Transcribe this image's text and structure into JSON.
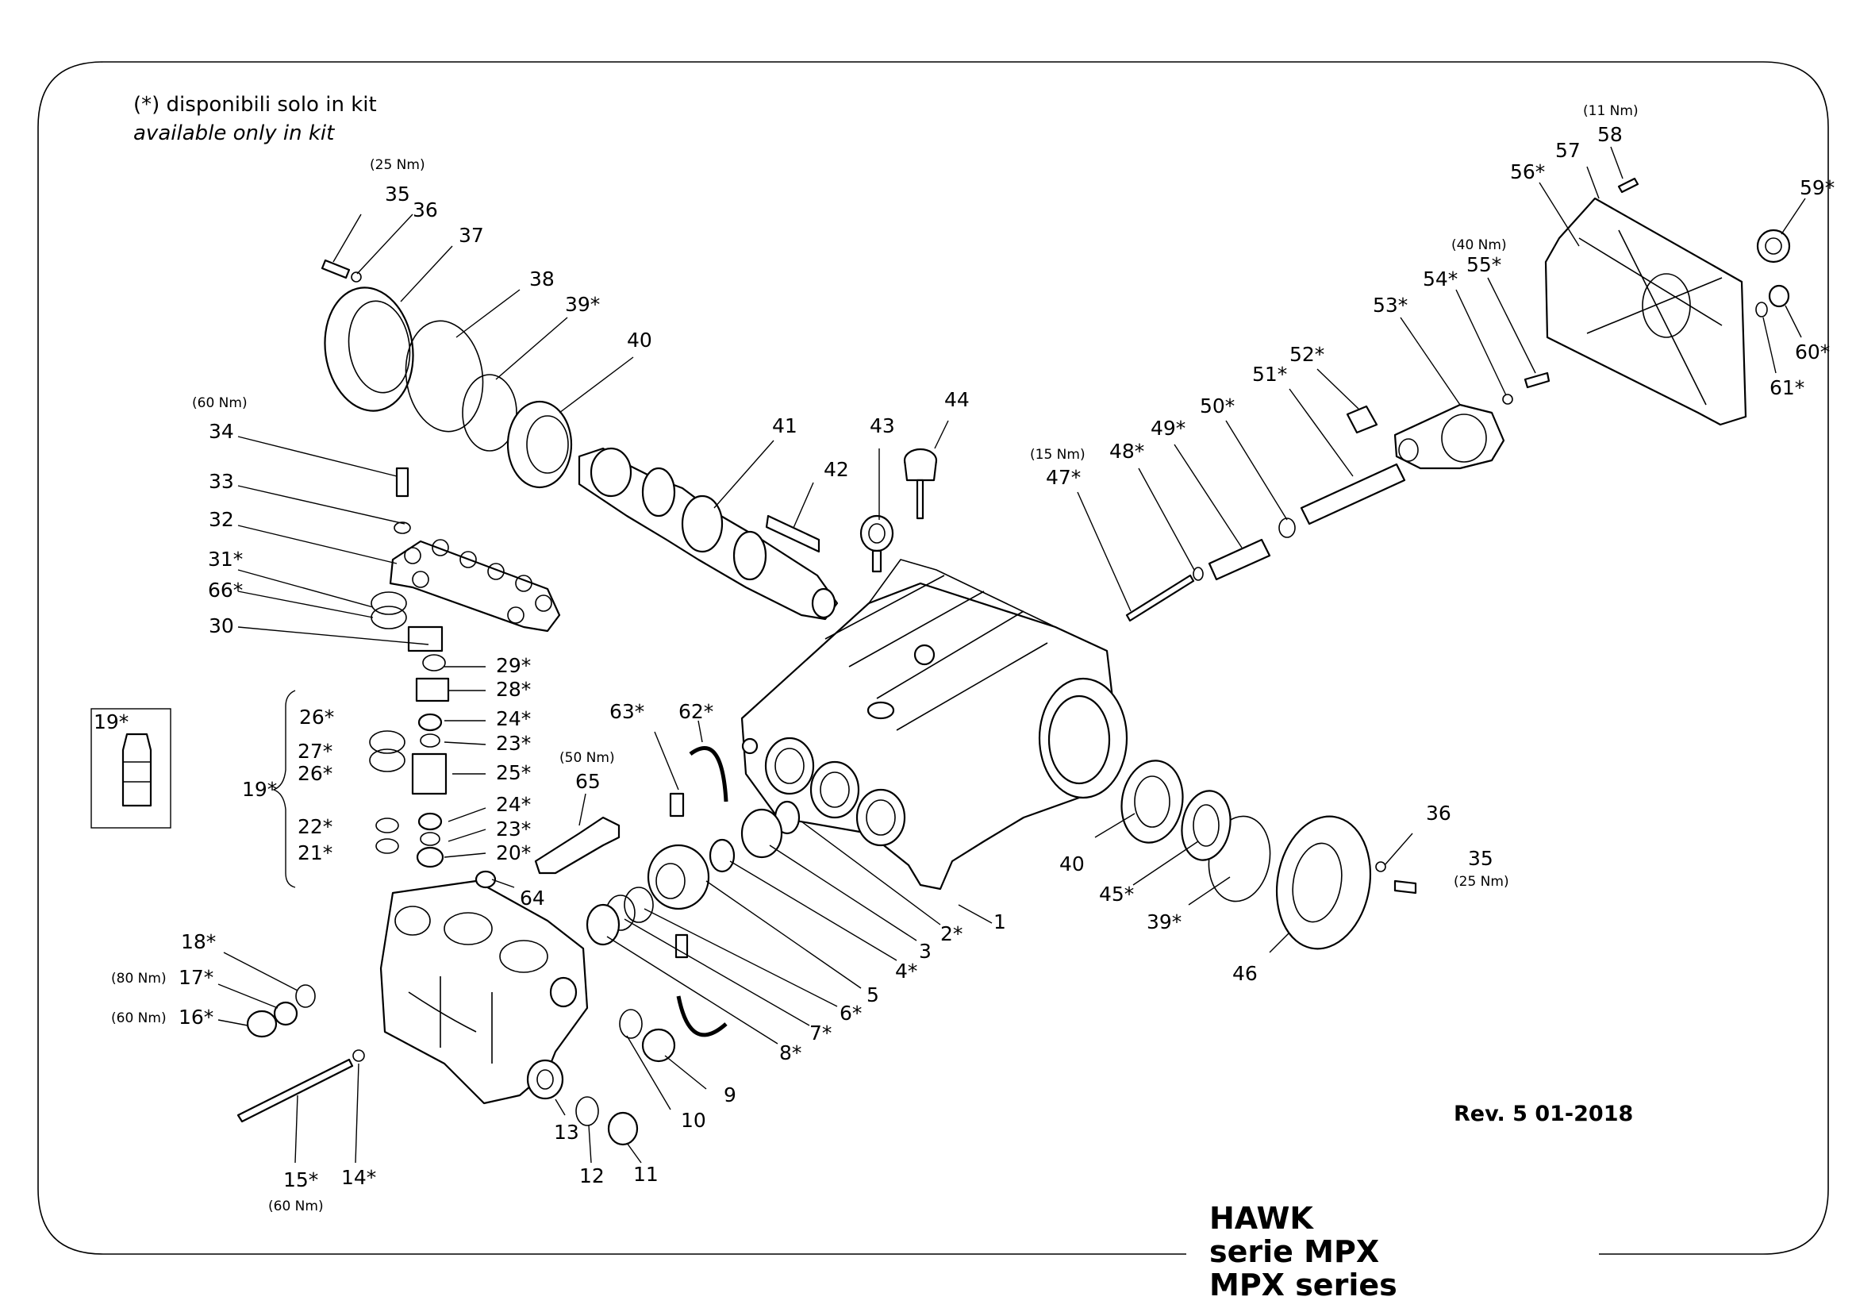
{
  "note": {
    "it": "(*) disponibili solo in kit",
    "en": "available only in kit"
  },
  "revision": "Rev. 5 01-2018",
  "title": {
    "line1": "HAWK",
    "line2": "serie MPX",
    "line3": "MPX series"
  },
  "inset_label": "19*",
  "labels": {
    "l1": "1",
    "l2": "2*",
    "l3": "3",
    "l4": "4*",
    "l5": "5",
    "l6": "6*",
    "l7": "7*",
    "l8": "8*",
    "l9": "9",
    "l10": "10",
    "l11": "11",
    "l12": "12",
    "l13": "13",
    "l14": "14*",
    "l15": "15*",
    "l16": "16*",
    "l17": "17*",
    "l18": "18*",
    "l19": "19*",
    "l20": "20*",
    "l21": "21*",
    "l22": "22*",
    "l23a": "23*",
    "l23b": "23*",
    "l24a": "24*",
    "l24b": "24*",
    "l25": "25*",
    "l26a": "26*",
    "l26b": "26*",
    "l27": "27*",
    "l28": "28*",
    "l29": "29*",
    "l30": "30",
    "l31": "31*",
    "l32": "32",
    "l33": "33",
    "l34": "34",
    "l35a": "35",
    "l35b": "35",
    "l36a": "36",
    "l36b": "36",
    "l37": "37",
    "l38": "38",
    "l39a": "39*",
    "l39b": "39*",
    "l40a": "40",
    "l40b": "40",
    "l41": "41",
    "l42": "42",
    "l43": "43",
    "l44": "44",
    "l45": "45*",
    "l46": "46",
    "l47": "47*",
    "l48": "48*",
    "l49": "49*",
    "l50": "50*",
    "l51": "51*",
    "l52": "52*",
    "l53": "53*",
    "l54": "54*",
    "l55": "55*",
    "l56": "56*",
    "l57": "57",
    "l58": "58",
    "l59": "59*",
    "l60": "60*",
    "l61": "61*",
    "l62": "62*",
    "l63": "63*",
    "l64": "64",
    "l65": "65",
    "l66": "66*"
  },
  "torques": {
    "t35a": "(25 Nm)",
    "t35b": "(25 Nm)",
    "t34": "(60 Nm)",
    "t58": "(11 Nm)",
    "t55": "(40 Nm)",
    "t47": "(15 Nm)",
    "t65": "(50 Nm)",
    "t17": "(80 Nm)",
    "t16": "(60 Nm)",
    "t15": "(60 Nm)"
  }
}
